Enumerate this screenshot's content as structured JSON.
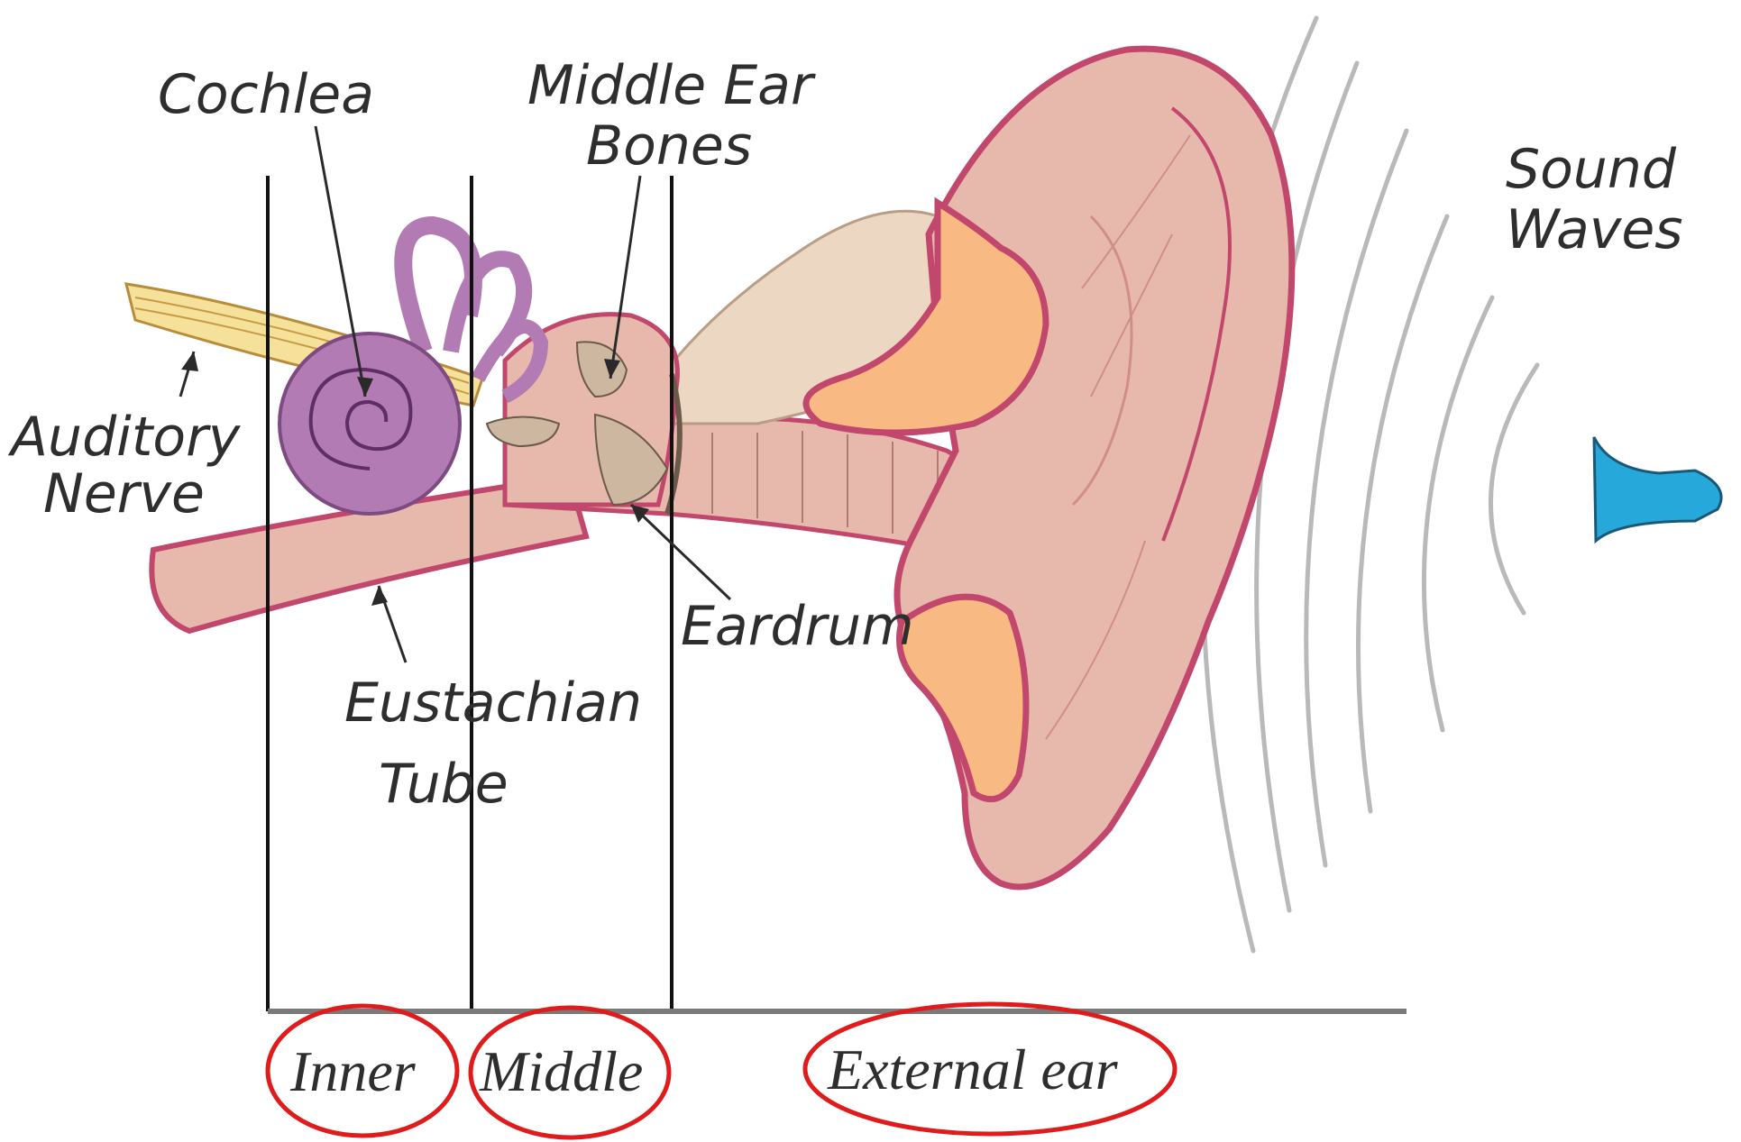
{
  "labels": {
    "cochlea": "Cochlea",
    "middle_ear_bones_1": "Middle Ear",
    "middle_ear_bones_2": "Bones",
    "sound_waves_1": "Sound",
    "sound_waves_2": "Waves",
    "auditory_nerve_1": "Auditory",
    "auditory_nerve_2": "Nerve",
    "eardrum": "Eardrum",
    "eustachian_tube_1": "Eustachian",
    "eustachian_tube_2": "Tube"
  },
  "zones": {
    "inner": "Inner",
    "middle": "Middle",
    "external": "External ear"
  },
  "colors": {
    "skin": "#e7b9ad",
    "skin_dark": "#cf8f88",
    "rim_line": "#c2476c",
    "cartilage": "#f8b983",
    "bone": "#ecd7c3",
    "cochlea": "#b27bb4",
    "nerve": "#f6e19a",
    "ossicle": "#cdb7a0",
    "wave": "#b9b9b9",
    "speaker": "#27a8da",
    "highlight_circle": "#e01b1b"
  }
}
